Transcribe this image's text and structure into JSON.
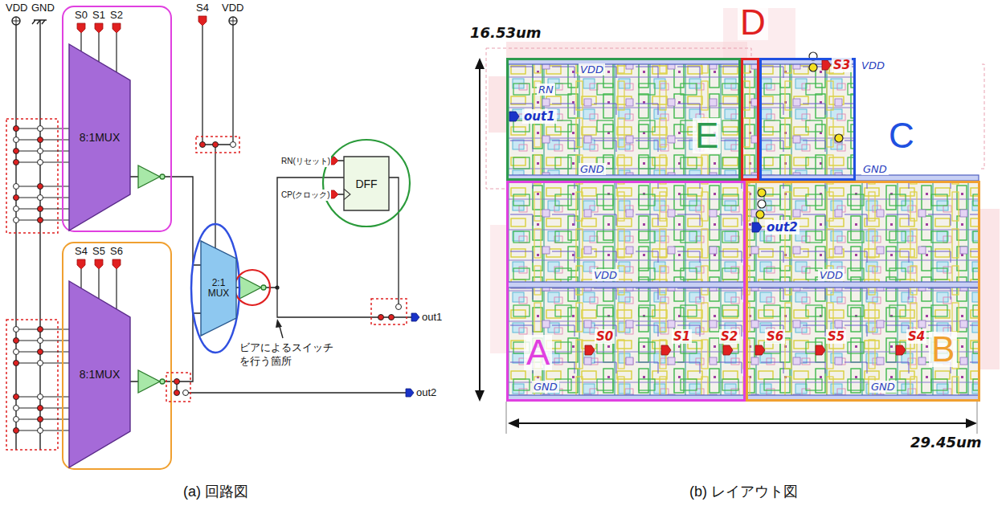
{
  "diagram": {
    "nodes": [
      {
        "text": [
          "8:1MUX"
        ]
      },
      {
        "text": [
          "8:1MUX"
        ]
      },
      {
        "text": [
          "2:1 MUX"
        ]
      },
      {
        "text": [
          "DFF"
        ]
      },
      {
        "text": [
          "E"
        ]
      },
      {
        "text": [
          "D"
        ]
      },
      {
        "text": [
          "C"
        ]
      },
      {
        "text": [
          "A"
        ]
      },
      {
        "text": [
          "B"
        ]
      }
    ],
    "edges": [
      {
        "from": 0,
        "to": 2,
        "arrow": "none"
      },
      {
        "from": 1,
        "to": 2,
        "arrow": "none"
      },
      {
        "from": 2,
        "to": 3,
        "arrow": "none"
      }
    ],
    "labels": [
      "VDD",
      "GND",
      "S0",
      "S1",
      "S2",
      "S4",
      "VDD",
      "S4",
      "S5",
      "S6",
      "RN(リセット)",
      "CP(クロック)",
      "ビアによるスイッチ を行う箇所",
      "out1",
      "out2",
      "(a) 回路図",
      "16.53um",
      "VDD",
      "RN",
      "out1",
      "GND",
      "S3",
      "VDD",
      "GND",
      "out2",
      "VDD",
      "VDD",
      "S0",
      "S1",
      "S2",
      "S6",
      "S5",
      "S4",
      "GND",
      "GND",
      "29.45um",
      "(b) レイアウト図"
    ]
  }
}
